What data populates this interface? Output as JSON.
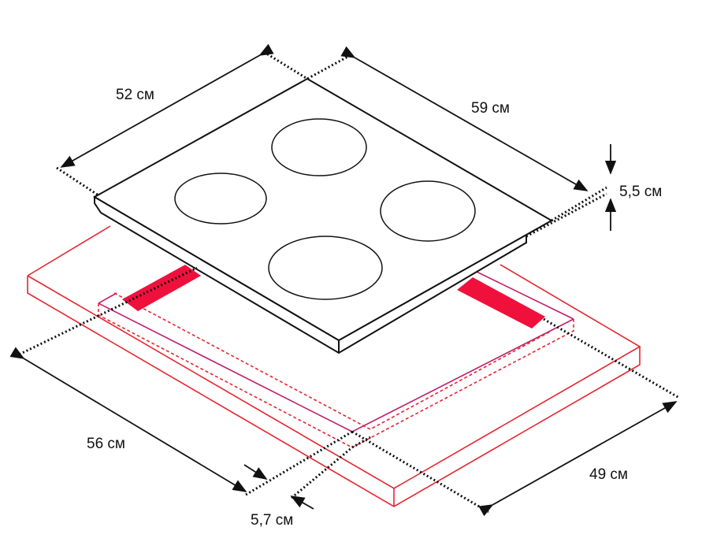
{
  "dimensions": {
    "hob_depth": "52 см",
    "hob_width": "59 см",
    "hob_height": "5,5 см",
    "cutout_width": "56 см",
    "cutout_depth": "49 см",
    "edge_offset": "5,7 см"
  },
  "colors": {
    "outline": "#111111",
    "countertop": "#e8242e",
    "bars": "#f0103c"
  }
}
